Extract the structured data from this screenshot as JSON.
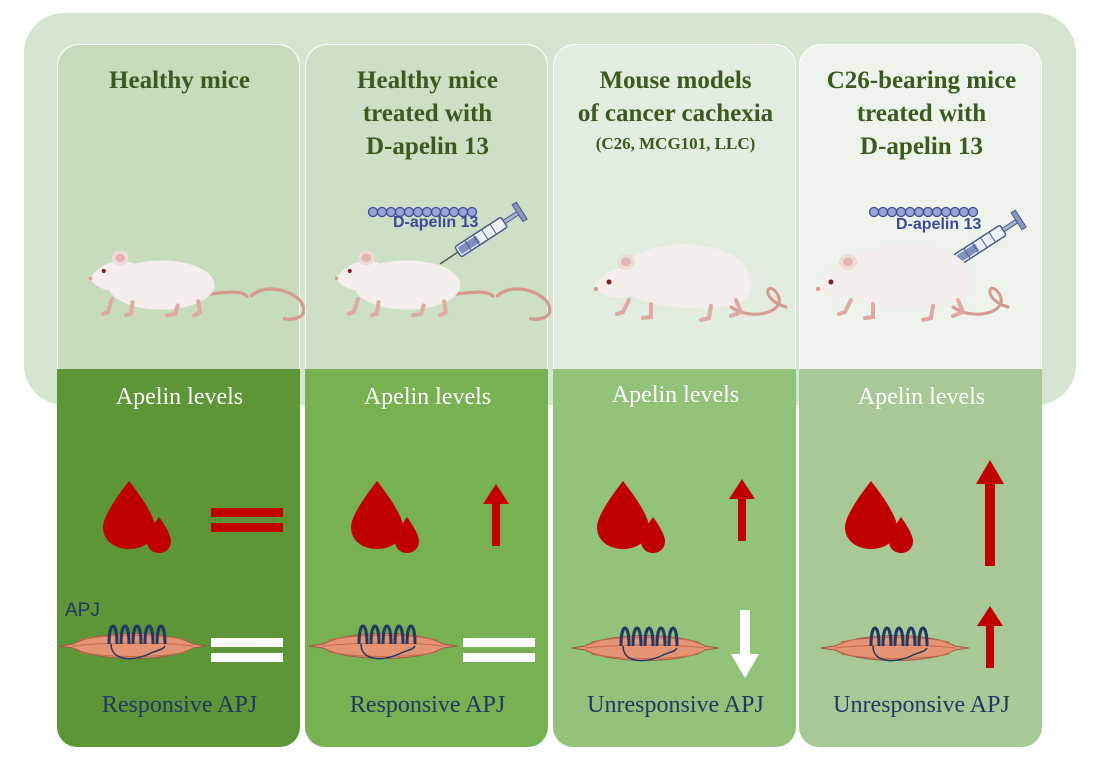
{
  "panels": [
    {
      "title_lines": [
        "Healthy mice"
      ],
      "apelin_label": "Apelin levels",
      "apj_label": "Responsive APJ",
      "apj_tag": "APJ"
    },
    {
      "title_lines": [
        "Healthy mice",
        "treated with",
        "D-apelin 13"
      ],
      "peptide_label": "D-apelin 13",
      "apelin_label": "Apelin levels",
      "apj_label": "Responsive APJ"
    },
    {
      "title_lines": [
        "Mouse models",
        "of cancer cachexia"
      ],
      "subtitle": "(C26, MCG101, LLC)",
      "apelin_label": "Apelin levels",
      "apj_label": "Unresponsive APJ"
    },
    {
      "title_lines": [
        "C26-bearing mice",
        "treated with",
        "D-apelin 13"
      ],
      "peptide_label": "D-apelin 13",
      "apelin_label": "Apelin levels",
      "apj_label": "Unresponsive APJ"
    }
  ],
  "colors": {
    "background_band": "#d5e5cf",
    "top_panels": [
      "#c6dcbd",
      "#cddfc5",
      "#e2ecdf",
      "#eef4ec"
    ],
    "bottom_panels": [
      "#5d9636",
      "#78b151",
      "#93c27b",
      "#a8c996"
    ],
    "blood": "#c00000",
    "arrow_red": "#c00000",
    "arrow_white": "#ffffff",
    "title_text": "#3a5a1f",
    "apj_text": "#1f3864",
    "peptide": "#3b4a9a"
  },
  "indicators": {
    "apelin_symbols": [
      "equal-red",
      "arrow-up-red",
      "arrow-up-red",
      "arrow-up-red-large"
    ],
    "apj_symbols": [
      "equal-white",
      "equal-white",
      "arrow-down-white",
      "arrow-up-red"
    ]
  }
}
